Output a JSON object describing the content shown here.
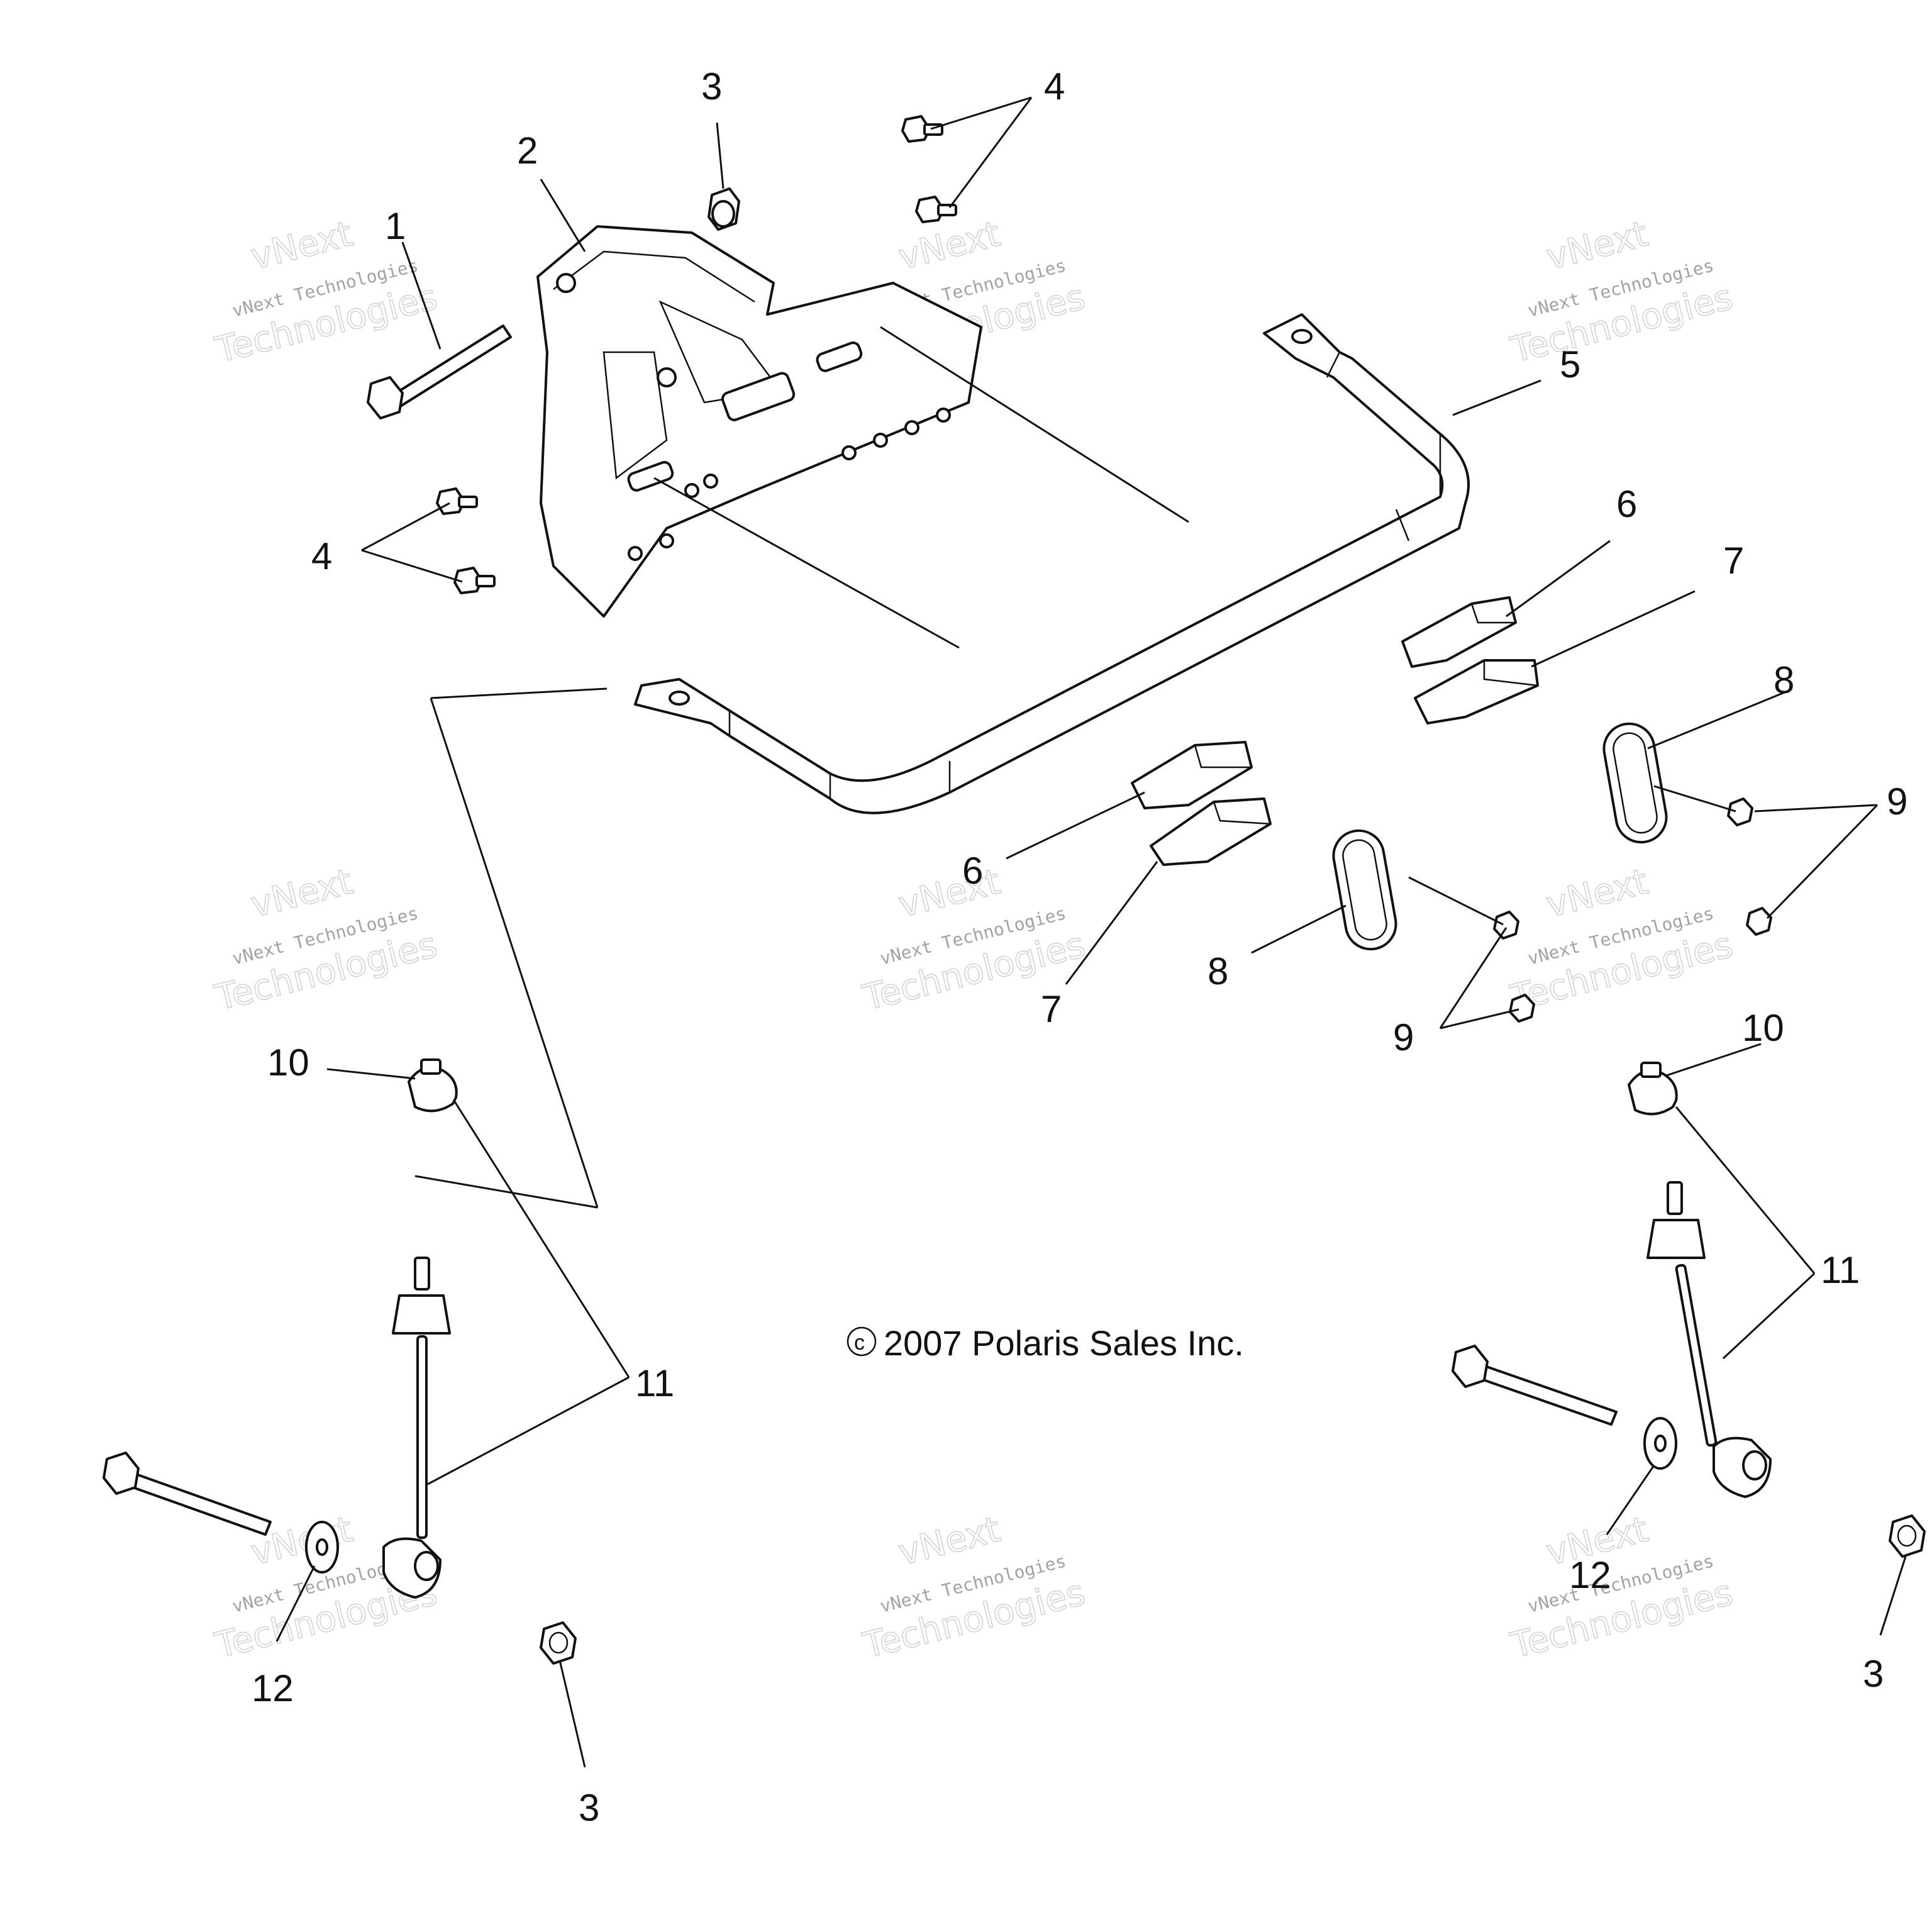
{
  "callouts": [
    {
      "label": "1"
    },
    {
      "label": "2"
    },
    {
      "label": "3"
    },
    {
      "label": "4"
    },
    {
      "label": "4"
    },
    {
      "label": "5"
    },
    {
      "label": "6"
    },
    {
      "label": "7"
    },
    {
      "label": "8"
    },
    {
      "label": "9"
    },
    {
      "label": "6"
    },
    {
      "label": "7"
    },
    {
      "label": "8"
    },
    {
      "label": "9"
    },
    {
      "label": "10"
    },
    {
      "label": "10"
    },
    {
      "label": "11"
    },
    {
      "label": "11"
    },
    {
      "label": "12"
    },
    {
      "label": "12"
    },
    {
      "label": "3"
    },
    {
      "label": "3"
    }
  ],
  "copyright": "2007 Polaris Sales Inc.",
  "copyright_symbol": "c",
  "watermark": {
    "line1": "vNext Technologies",
    "line2": "Technologies",
    "line3": "vNext"
  }
}
